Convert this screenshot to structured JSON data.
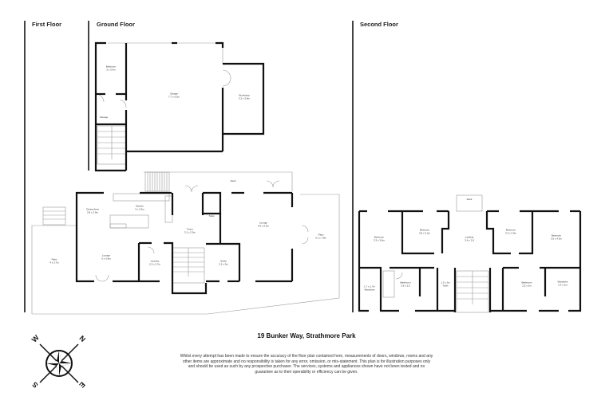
{
  "floors": {
    "first": {
      "title": "First Floor"
    },
    "ground": {
      "title": "Ground Floor",
      "rooms": [
        {
          "name": "Bedroom",
          "size": "3 x 3.4m"
        },
        {
          "name": "Storage",
          "size": ""
        },
        {
          "name": "Garage",
          "size": "7.7 x 6.3m"
        },
        {
          "name": "Workshop",
          "size": "3.2 x 3.6m"
        },
        {
          "name": "Deck",
          "size": ""
        },
        {
          "name": "Dining Area",
          "size": "3.8 x 2.9m"
        },
        {
          "name": "Kitchen",
          "size": "3 x 2.6m"
        },
        {
          "name": "Lounge",
          "size": "5 x 3.8m"
        },
        {
          "name": "Laundry",
          "size": "2.3 x 2.7m"
        },
        {
          "name": "Foyer",
          "size": "3.1 x 2.5m"
        },
        {
          "name": "Toilet",
          "size": ""
        },
        {
          "name": "Study",
          "size": "2.2 x 3m"
        },
        {
          "name": "Lounge",
          "size": "4.6 x 6.3m"
        },
        {
          "name": "Patio",
          "size": "4 x 3.7m"
        },
        {
          "name": "Patio",
          "size": "3.1 x 7.6m"
        }
      ]
    },
    "second": {
      "title": "Second Floor",
      "rooms": [
        {
          "name": "Deck",
          "size": ""
        },
        {
          "name": "Bedroom",
          "size": "3.3 x 3.6m"
        },
        {
          "name": "Bedroom",
          "size": "3.8 x 3.2m"
        },
        {
          "name": "Landing",
          "size": "3.4 x 2.8"
        },
        {
          "name": "Bedroom",
          "size": "3.3 x 3.4m"
        },
        {
          "name": "Bedroom",
          "size": "3.5 x 4.3m"
        },
        {
          "name": "Wardrobe",
          "size": "1.7 x 1.7m"
        },
        {
          "name": "Bathroom",
          "size": "3.6 x 2.5"
        },
        {
          "name": "Toilet",
          "size": "1.2 x 2m"
        },
        {
          "name": "Bathroom",
          "size": "2.5 x 2m"
        },
        {
          "name": "Wardrobe",
          "size": "2.4 x 2m"
        }
      ]
    }
  },
  "property": {
    "address": "19 Bunker Way, Strathmore Park"
  },
  "disclaimer": "Whilst every attempt has been made to ensure the accuracy of the floor plan contained here, measurements of doors, windows, rooms and any other items are approximate and no responsibility is taken for any error, omission, or mis-statement. This plan is for illustration purposes only and should be used as such by any prospective purchaser. The services, systems and appliances shown have not been tested and no guarantee as to their operability or efficiency can be given.",
  "compass": {
    "n": "N",
    "e": "E",
    "s": "S",
    "w": "W"
  }
}
